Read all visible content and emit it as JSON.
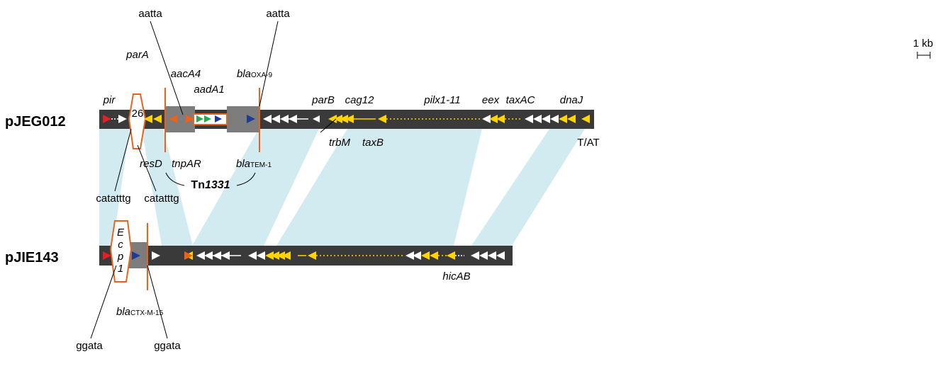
{
  "scale_bar": {
    "label": "1 kb"
  },
  "plasmids": {
    "top": "pJEG012",
    "bottom": "pJIE143"
  },
  "target_sites": {
    "top_left": "aatta",
    "top_right": "aatta",
    "mid_left": "catatttg",
    "mid_right": "catatttg",
    "bottom_left": "ggata",
    "bottom_right": "ggata"
  },
  "genes_top": {
    "pir": "pir",
    "parA": "parA",
    "aacA4": "aacA4",
    "aadA1": "aadA1",
    "bla_oxa_main": "bla",
    "bla_oxa_sub": "OXA-9",
    "parB": "parB",
    "cag12": "cag12",
    "pilx": "pilx1-11",
    "eex": "eex",
    "taxAC": "taxAC",
    "dnaJ": "dnaJ",
    "trbM": "trbM",
    "taxB": "taxB",
    "tat": "T/AT",
    "resD": "resD",
    "tnpAR": "tnpAR",
    "bla_tem_main": "bla",
    "bla_tem_sub": "TEM-1",
    "is26": "26"
  },
  "transposon": {
    "prefix": "Tn",
    "number": "1331"
  },
  "genes_bottom": {
    "hicAB": "hicAB",
    "bla_ctx_main": "bla",
    "bla_ctx_sub": "CTX-M-15",
    "iscp_line1": "E",
    "iscp_line2": "c",
    "iscp_line3": "p",
    "iscp_line4": "1"
  },
  "colors": {
    "backbone": "#3a3a3a",
    "insert_grey": "#7d7d7d",
    "shading": "#d2ebf0",
    "orange": "#e8641e",
    "red": "#e0202a",
    "yellow": "#ffd400",
    "blue": "#1e3c96",
    "green": "#2aa84a",
    "white": "#ffffff"
  }
}
